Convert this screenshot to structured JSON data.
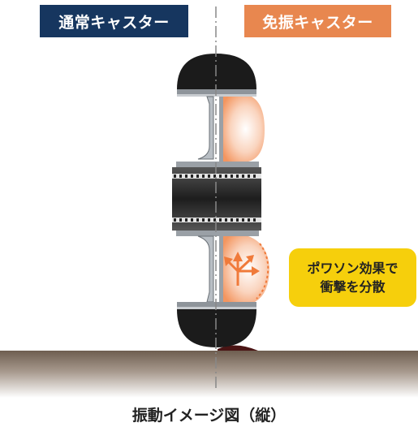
{
  "labels": {
    "normal_caster": "通常キャスター",
    "vibration_caster": "免振キャスター"
  },
  "callout": {
    "line1": "ポワソン効果で",
    "line2": "衝撃を分散"
  },
  "caption": "振動イメージ図（縦）",
  "colors": {
    "normal_label_bg": "#16365f",
    "vibration_label_bg": "#e8874f",
    "callout_bg": "#f6cf0c",
    "cushion": "#f7b08c",
    "arrow": "#f07a3a",
    "wheel_black": "#1b1b1b",
    "metal": "#9aa0a6",
    "floor": "#7a6a5a"
  },
  "icons": [
    "dashed-center-line",
    "stress-arrows-icon",
    "floor-contact"
  ]
}
